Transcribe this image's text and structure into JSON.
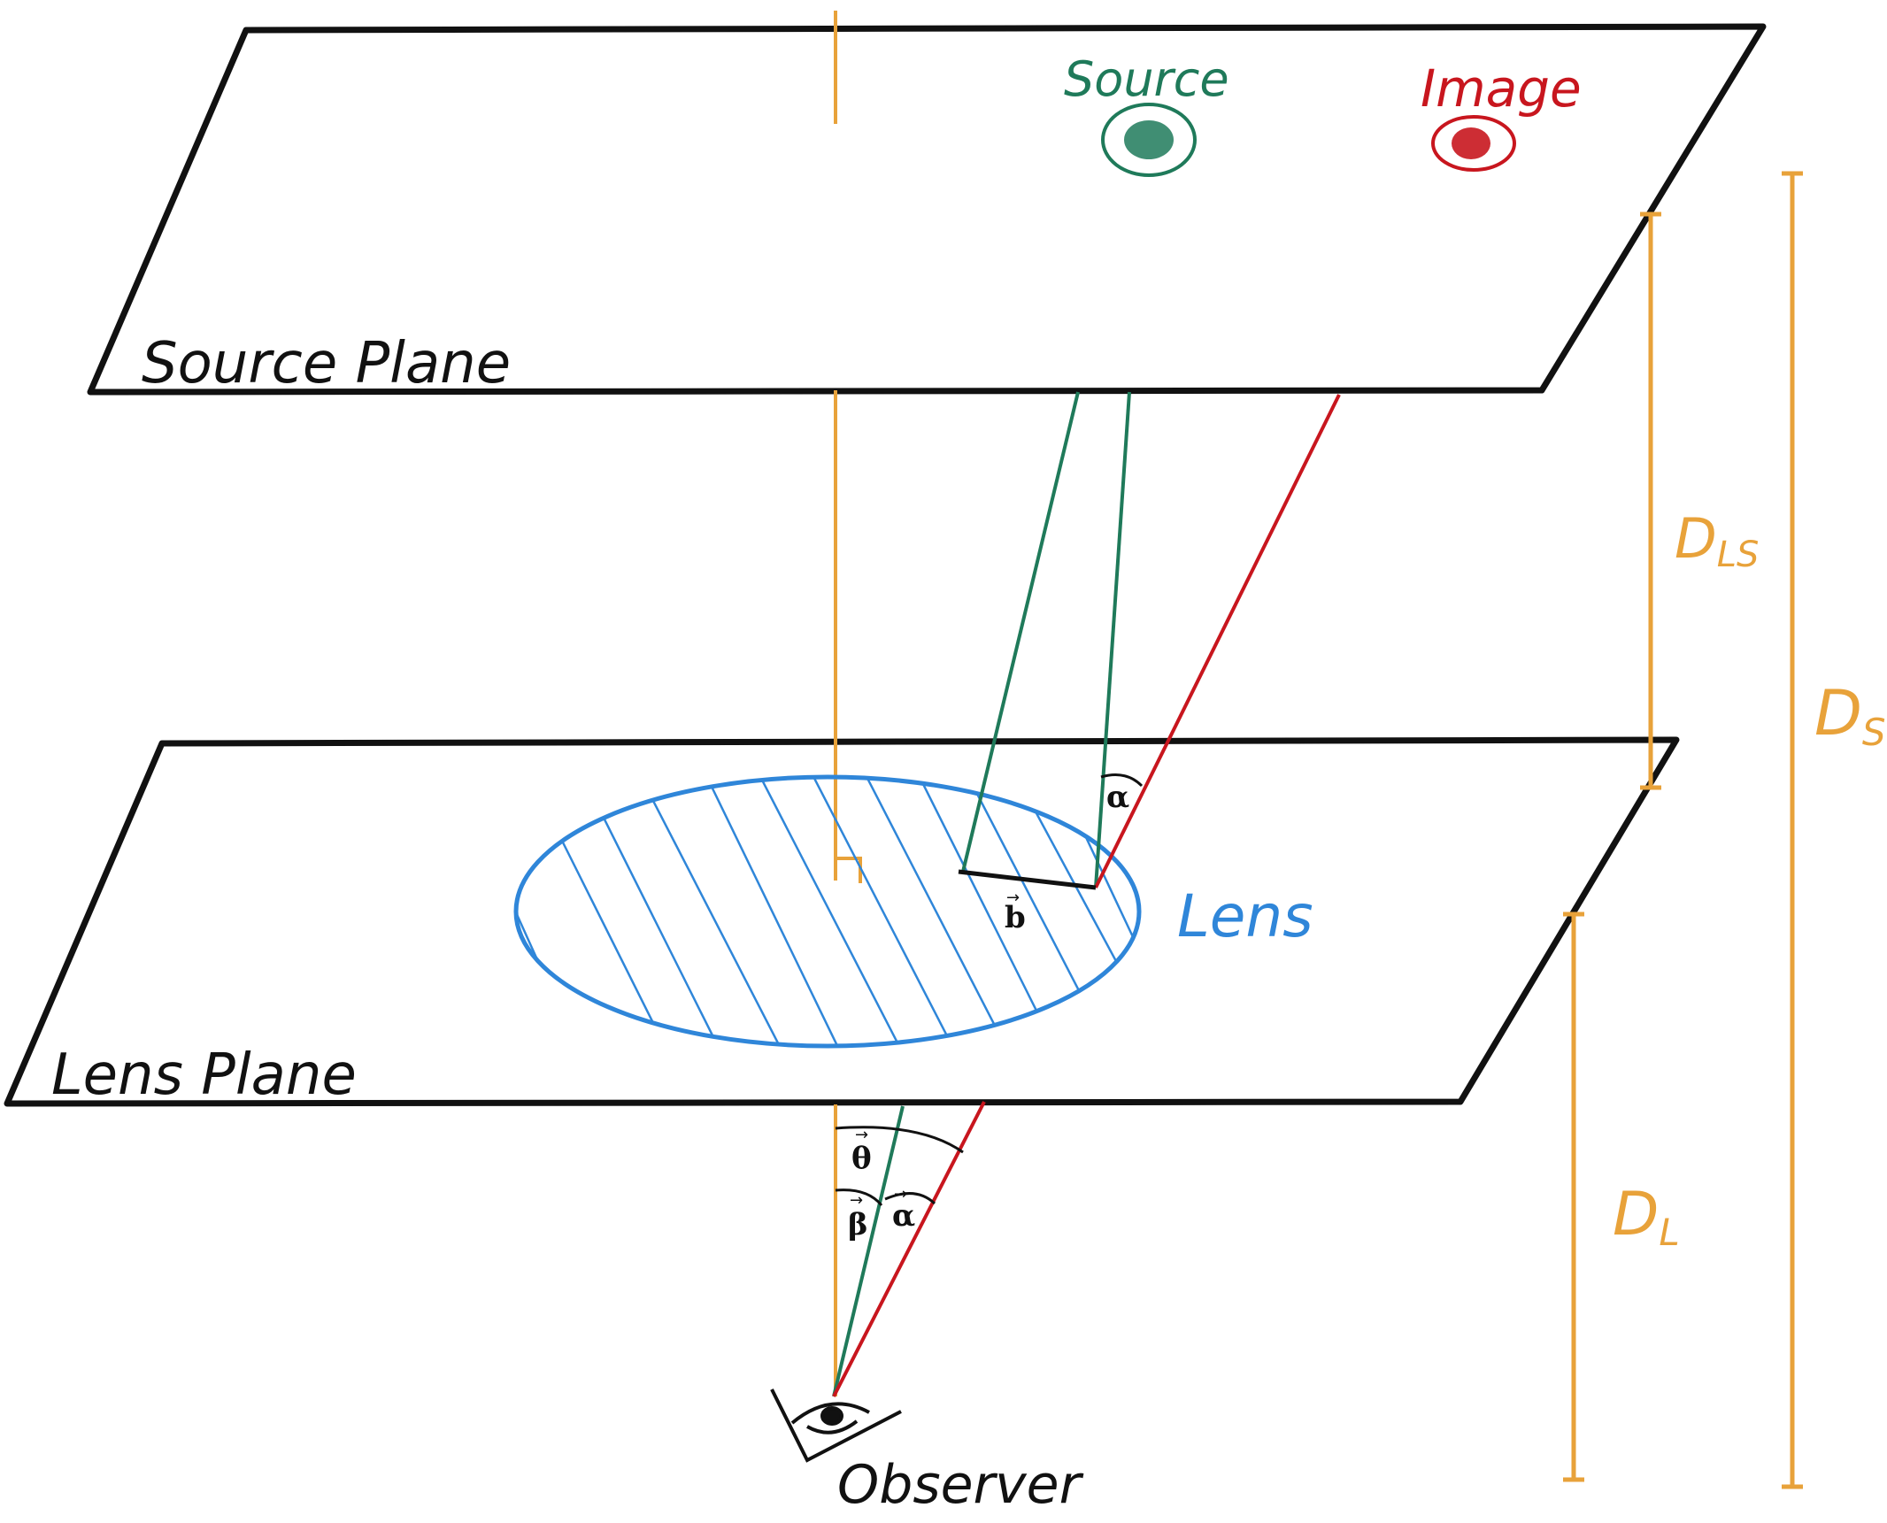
{
  "planes": {
    "source_plane_label": "Source Plane",
    "lens_plane_label": "Lens Plane"
  },
  "objects": {
    "source_label": "Source",
    "image_label": "Image",
    "lens_label": "Lens",
    "observer_label": "Observer"
  },
  "angles": {
    "theta": "θ",
    "beta": "β",
    "alpha_obs": "α",
    "alpha_hat": "α",
    "impact_parameter": "b"
  },
  "distances": {
    "d_ls": "D",
    "d_ls_sub": "LS",
    "d_s": "D",
    "d_s_sub": "S",
    "d_l": "D",
    "d_l_sub": "L"
  },
  "colors": {
    "outline": "#111111",
    "orange": "#e8a23a",
    "green": "#1f7a5a",
    "red": "#c8161e",
    "blue": "#2f86d9"
  }
}
